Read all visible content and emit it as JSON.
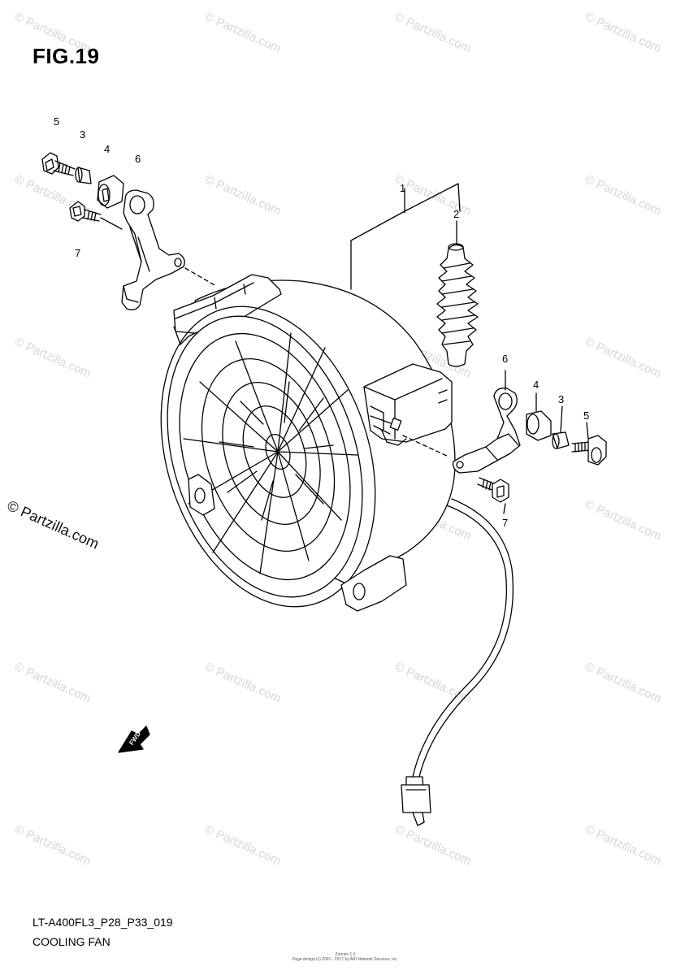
{
  "figure": {
    "title": "FIG.19",
    "code": "LT-A400FL3_P28_P33_019",
    "caption": "COOLING FAN",
    "footer_line1": "Zoomin 1.0",
    "footer_line2": "Page design (c) 2001 - 2017 by ARI Network Services, Inc."
  },
  "watermark": {
    "text": "© Partzilla.com",
    "big_text": "© Partzilla.com"
  },
  "callouts": {
    "c1": "1",
    "c2": "2",
    "c3a": "3",
    "c3b": "3",
    "c4a": "4",
    "c4b": "4",
    "c5a": "5",
    "c5b": "5",
    "c6a": "6",
    "c6b": "6",
    "c7a": "7",
    "c7b": "7"
  },
  "fwd_label": "FWD"
}
